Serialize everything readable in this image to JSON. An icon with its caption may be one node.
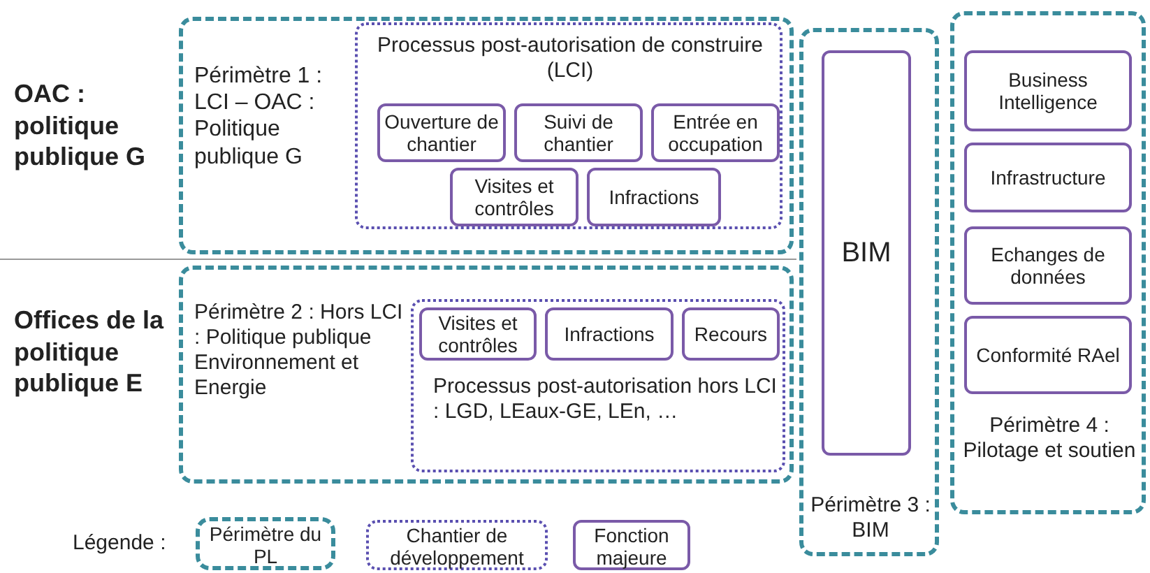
{
  "diagram": {
    "nodes": [
      {
        "text": [
          "Périmètre 1 : LCI – OAC : Politique publique G"
        ]
      },
      {
        "text": [
          "Processus post-autorisation de construire (LCI)"
        ],
        "in": 0
      },
      {
        "text": [
          "Ouverture de chantier"
        ],
        "in": 1
      },
      {
        "text": [
          "Suivi de chantier"
        ],
        "in": 1
      },
      {
        "text": [
          "Entrée en occupation"
        ],
        "in": 1
      },
      {
        "text": [
          "Visites et contrôles"
        ],
        "in": 1
      },
      {
        "text": [
          "Infractions"
        ],
        "in": 1
      },
      {
        "text": [
          "Périmètre 2 : Hors LCI : Politique publique Environnement et Energie"
        ]
      },
      {
        "text": [
          "Processus post-autorisation hors LCI : LGD, LEaux-GE, LEn, …"
        ],
        "in": 7
      },
      {
        "text": [
          "Visites et contrôles"
        ],
        "in": 8
      },
      {
        "text": [
          "Infractions"
        ],
        "in": 8
      },
      {
        "text": [
          "Recours"
        ],
        "in": 8
      },
      {
        "text": [
          "Périmètre 3 : BIM"
        ]
      },
      {
        "text": [
          "BIM"
        ],
        "in": 12
      },
      {
        "text": [
          "Périmètre 4 : Pilotage et soutien"
        ]
      },
      {
        "text": [
          "Business Intelligence"
        ],
        "in": 14
      },
      {
        "text": [
          "Infrastructure"
        ],
        "in": 14
      },
      {
        "text": [
          "Echanges de données"
        ],
        "in": 14
      },
      {
        "text": [
          "Conformité RAel"
        ],
        "in": 14
      }
    ],
    "edges": [],
    "labels": [
      "OAC : politique publique G",
      "Offices de la politique publique E",
      "Légende :"
    ],
    "legend": [
      {
        "text": "Périmètre du PL"
      },
      {
        "text": "Chantier de développement"
      },
      {
        "text": "Fonction majeure"
      }
    ]
  }
}
